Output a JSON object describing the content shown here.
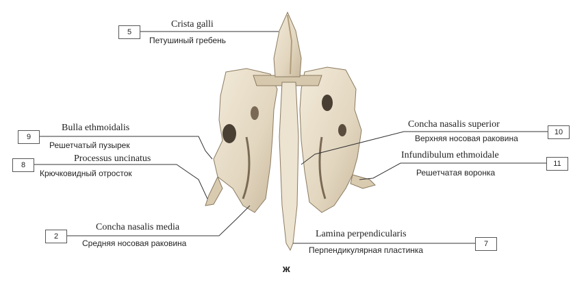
{
  "labels": [
    {
      "number": "5",
      "latin": "Crista galli",
      "russian": "Петушиный гребень"
    },
    {
      "number": "9",
      "latin": "Bulla ethmoidalis",
      "russian": "Решетчатый пузырек"
    },
    {
      "number": "8",
      "latin": "Processus uncinatus",
      "russian": "Крючковидный отросток"
    },
    {
      "number": "2",
      "latin": "Concha nasalis media",
      "russian": "Средняя носовая раковина"
    },
    {
      "number": "10",
      "latin": "Concha nasalis superior",
      "russian": "Верхняя носовая раковина"
    },
    {
      "number": "11",
      "latin": "Infundibulum ethmoidale",
      "russian": "Решетчатая воронка"
    },
    {
      "number": "7",
      "latin": "Lamina perpendicularis",
      "russian": "Перпендикулярная пластинка"
    }
  ],
  "panel_letter": "ж",
  "colors": {
    "bone": "#e9dfcc",
    "bone_shadow": "#b9a98f",
    "bone_dark": "#6d5f4c",
    "line": "#333333"
  }
}
